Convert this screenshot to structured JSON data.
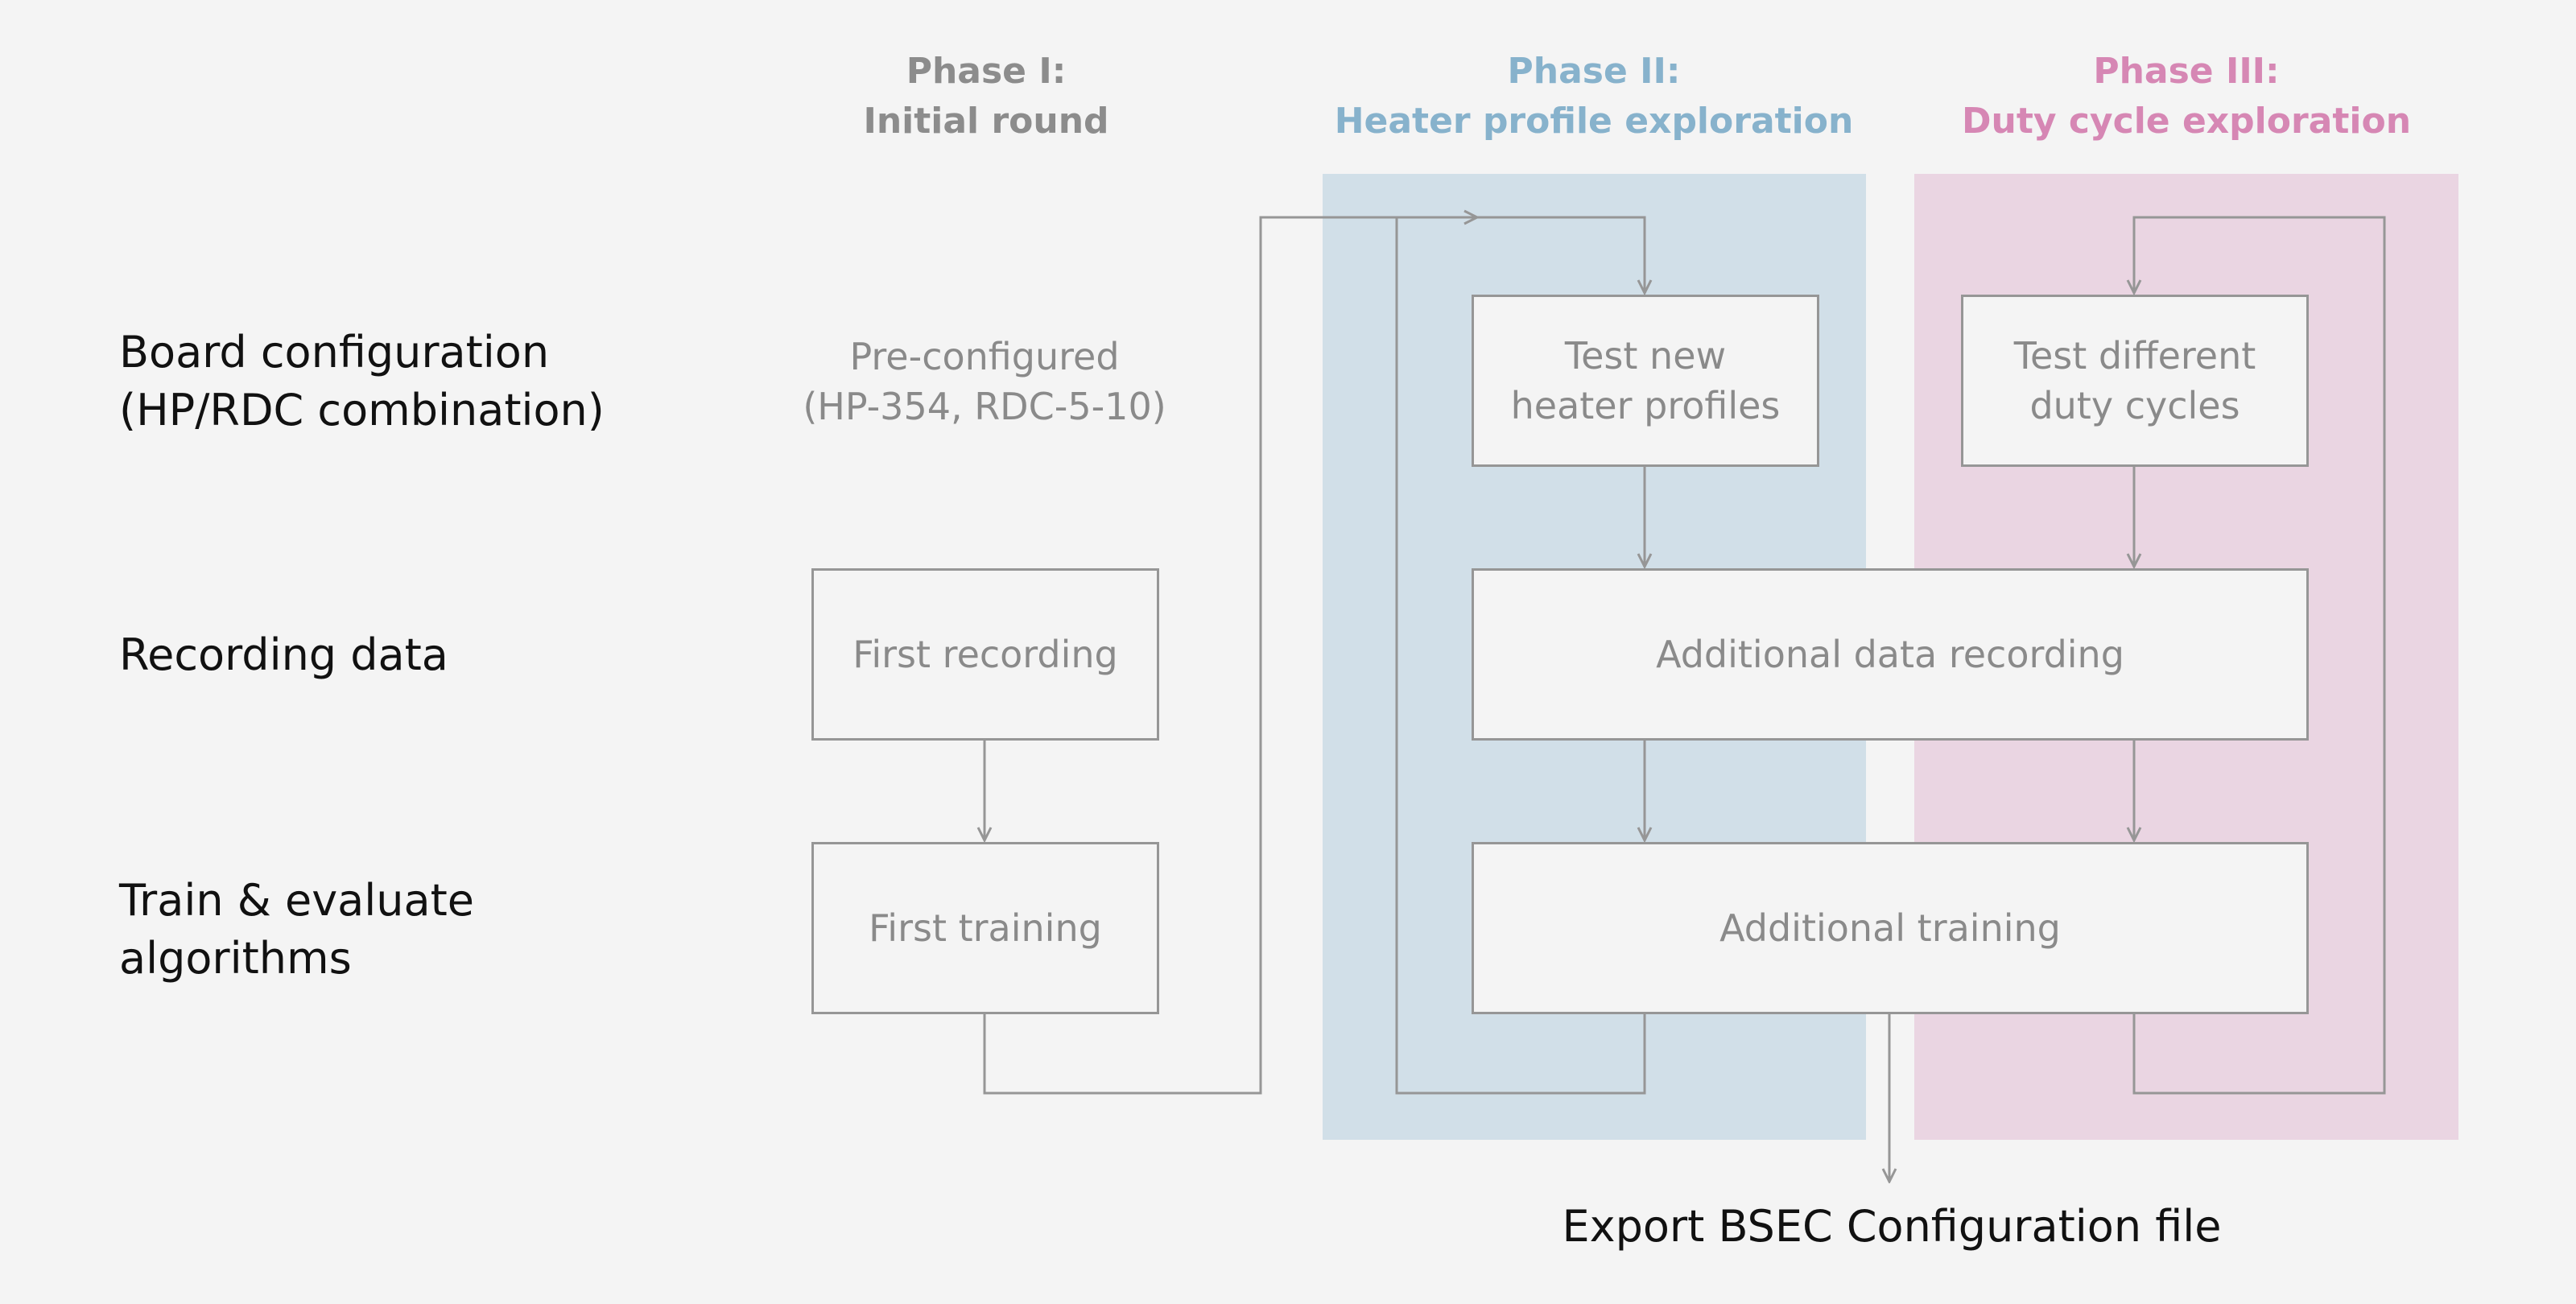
{
  "phases": [
    {
      "line1": "Phase I:",
      "line2": "Initial round",
      "color": "#8c8c8c"
    },
    {
      "line1": "Phase II:",
      "line2": "Heater profile exploration",
      "color": "#87b2cc"
    },
    {
      "line1": "Phase III:",
      "line2": "Duty cycle exploration",
      "color": "#d687b4"
    }
  ],
  "rows": {
    "board": {
      "line1": "Board configuration",
      "line2": "(HP/RDC combination)"
    },
    "recording": {
      "line1": "Recording data"
    },
    "train": {
      "line1": "Train & evaluate",
      "line2": "algorithms"
    }
  },
  "nodes": {
    "preconfigured": {
      "line1": "Pre-configured",
      "line2": "(HP-354, RDC-5-10)"
    },
    "test_heater": {
      "line1": "Test new",
      "line2": "heater profiles"
    },
    "test_duty": {
      "line1": "Test different",
      "line2": "duty cycles"
    },
    "first_recording": {
      "label": "First recording"
    },
    "additional_recording": {
      "label": "Additional data recording"
    },
    "first_training": {
      "label": "First training"
    },
    "additional_training": {
      "label": "Additional training"
    }
  },
  "export": {
    "label": "Export BSEC Configuration file"
  },
  "colors": {
    "background": "#f4f4f4",
    "phase2_band": "#d1dfe8",
    "phase3_band": "#ead5e2",
    "line": "#969696",
    "node_text": "#8a8a8a"
  }
}
